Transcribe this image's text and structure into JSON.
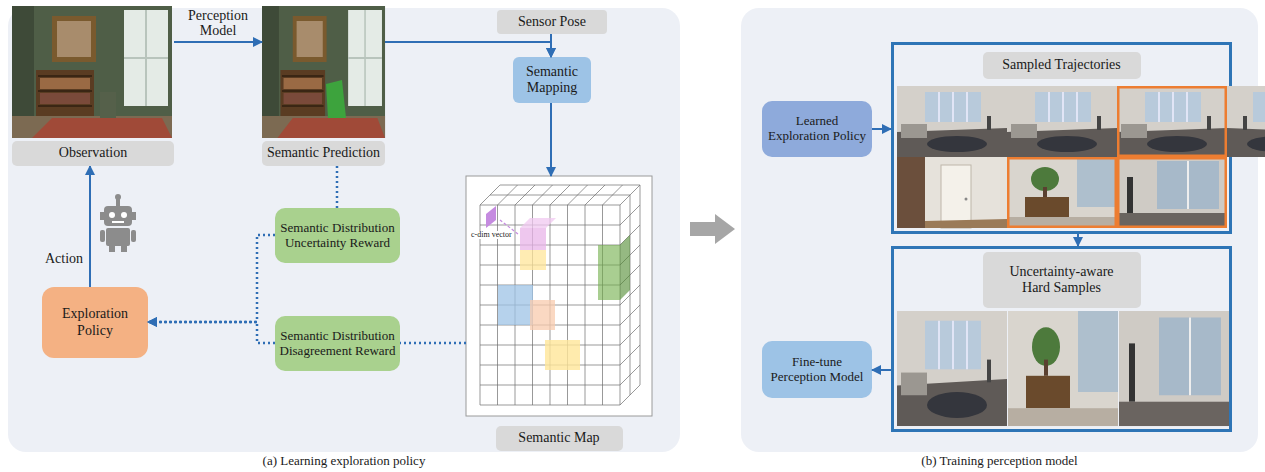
{
  "diagram": {
    "nodes": [
      {
        "text": [
          "(a) Learning exploration policy"
        ]
      },
      {
        "text": [
          "Observation"
        ],
        "in": 0
      },
      {
        "text": [
          "Semantic Prediction"
        ],
        "in": 0
      },
      {
        "text": [
          "Sensor Pose"
        ],
        "in": 0
      },
      {
        "text": [
          "Semantic Mapping"
        ],
        "in": 0
      },
      {
        "text": [
          "Semantic Map"
        ],
        "in": 0
      },
      {
        "text": [
          "Semantic Distribution Uncertainty Reward"
        ],
        "in": 0
      },
      {
        "text": [
          "Exploration Policy"
        ],
        "in": 0
      },
      {
        "text": [
          "Semantic Distribution Disagreement Reward"
        ],
        "in": 0
      },
      {
        "text": [
          "(b) Training perception model"
        ]
      },
      {
        "text": [
          "Learned Exploration Policy"
        ],
        "in": 9
      },
      {
        "text": [
          "Sampled Trajectories"
        ],
        "in": 9
      },
      {
        "text": [
          "Uncertainty-aware Hard Samples"
        ],
        "in": 9
      },
      {
        "text": [
          "Fine-tune Perception Model"
        ],
        "in": 9
      }
    ],
    "edges": [
      {
        "from": 1,
        "to": 2,
        "label": "Perception Model",
        "arrow": "to"
      },
      {
        "from": 3,
        "to": 4,
        "arrow": "to"
      },
      {
        "from": 2,
        "to": 4,
        "arrow": "to"
      },
      {
        "from": 4,
        "to": 5,
        "arrow": "to"
      },
      {
        "from": 5,
        "to": 8,
        "arrow": "none"
      },
      {
        "from": 2,
        "to": 6,
        "arrow": "none"
      },
      {
        "from": 6,
        "to": 7,
        "arrow": "to"
      },
      {
        "from": 8,
        "to": 7,
        "arrow": "to"
      },
      {
        "from": 7,
        "to": 1,
        "label": "Action",
        "arrow": "to"
      },
      {
        "from": 0,
        "to": 9,
        "arrow": "to"
      },
      {
        "from": 10,
        "to": 11,
        "arrow": "to"
      },
      {
        "from": 11,
        "to": 12,
        "arrow": "to"
      },
      {
        "from": 12,
        "to": 13,
        "arrow": "to"
      }
    ],
    "labels": [
      "c-dim vector"
    ]
  }
}
